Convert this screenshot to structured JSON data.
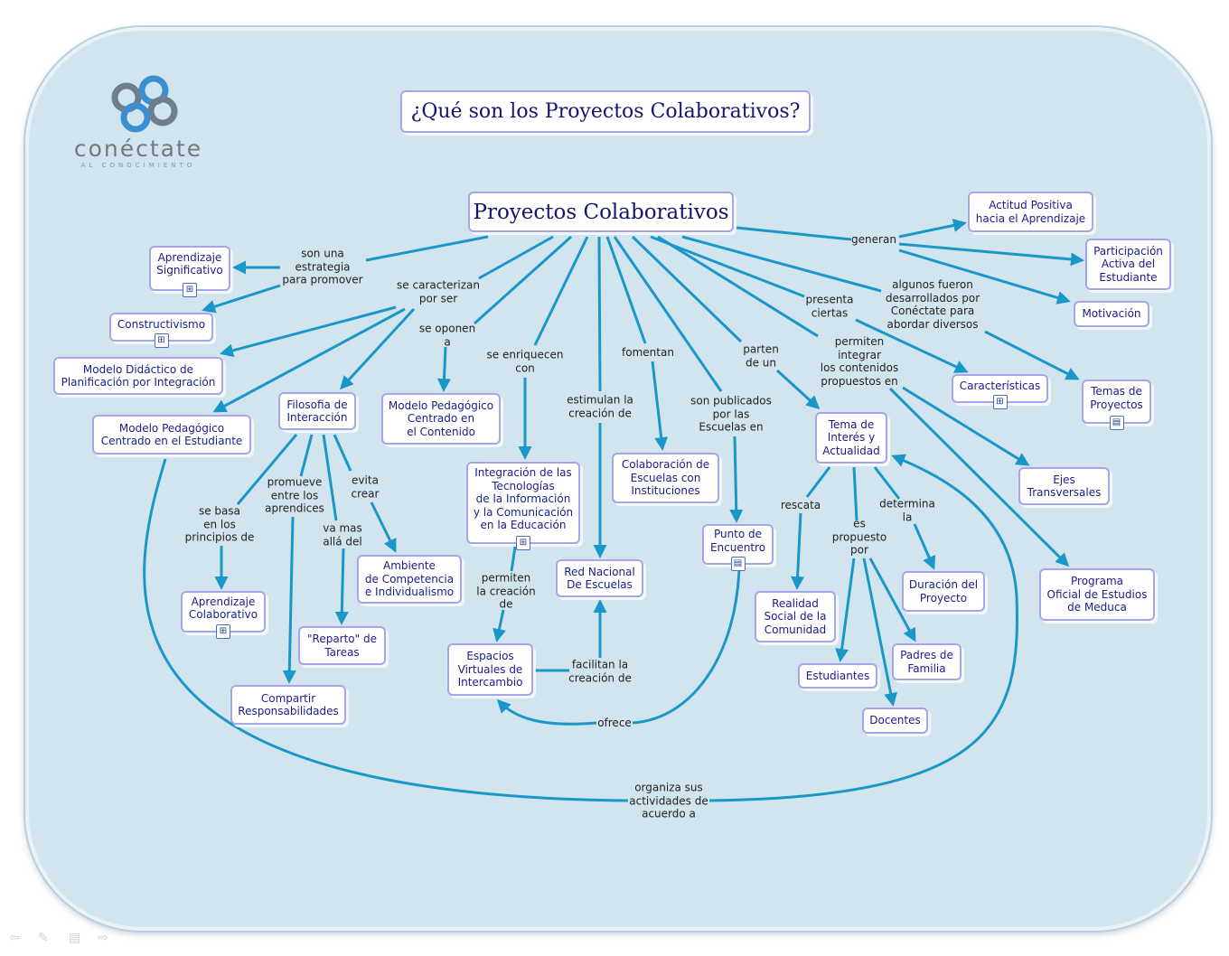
{
  "logo": {
    "name": "conéctate",
    "tagline": "AL CONOCIMIENTO"
  },
  "title": "¿Qué son los Proyectos Colaborativos?",
  "root": "Proyectos Colaborativos",
  "nodes": {
    "aprendizaje_significativo": "Aprendizaje\nSignificativo",
    "constructivismo": "Constructivismo",
    "modelo_didactico": "Modelo Didáctico de\nPlanificación por Integración",
    "modelo_estudiante": "Modelo Pedagógico\nCentrado en el Estudiante",
    "filosofia": "Filosofia de\nInteracción",
    "modelo_contenido": "Modelo Pedagógico\nCentrado en\nel Contenido",
    "integracion": "Integración de las\nTecnologías\nde la Información\ny la Comunicación\nen la Educación",
    "colaboracion": "Colaboración de\nEscuelas con\nInstituciones",
    "red_nacional": "Red Nacional\nDe Escuelas",
    "punto_encuentro": "Punto de\nEncuentro",
    "tema_interes": "Tema de\nInterés y\nActualidad",
    "actitud": "Actitud Positiva\nhacia el Aprendizaje",
    "participacion": "Participación\nActiva del\nEstudiante",
    "motivacion": "Motivación",
    "caracteristicas": "Características",
    "temas_proyectos": "Temas de\nProyectos",
    "ejes": "Ejes\nTransversales",
    "programa": "Programa\nOficial de Estudios\nde Meduca",
    "duracion": "Duración del\nProyecto",
    "padres": "Padres de\nFamilia",
    "docentes": "Docentes",
    "estudiantes": "Estudiantes",
    "realidad": "Realidad\nSocial de la\nComunidad",
    "aprendizaje_colaborativo": "Aprendizaje\nColaborativo",
    "ambiente": "Ambiente\nde Competencia\ne Individualismo",
    "reparto": "\"Reparto\" de\nTareas",
    "compartir": "Compartir\nResponsabilidades",
    "espacios": "Espacios\nVirtuales de\nIntercambio"
  },
  "links": {
    "son_una": "son una\nestrategia\npara promover",
    "se_caracterizan": "se caracterizan\npor ser",
    "se_oponen": "se oponen\na",
    "se_enriquecen": "se enriquecen\ncon",
    "estimulan": "estimulan la\ncreación de",
    "fomentan": "fomentan",
    "publicados": "son publicados\npor las\nEscuelas en",
    "parten": "parten\nde un",
    "presenta": "presenta\nciertas",
    "permiten_integrar": "permiten\nintegrar\nlos contenidos\npropuestos en",
    "algunos": "algunos fueron\ndesarrollados por\nConéctate para\nabordar diversos",
    "generan": "generan",
    "se_basa": "se basa\nen los\nprincipios de",
    "promueve": "promueve\nentre los\naprendices",
    "evita": "evita\ncrear",
    "va_mas": "va mas\nallá del",
    "permiten_creacion": "permiten\nla creación\nde",
    "facilitan": "facilitan la\ncreación de",
    "ofrece": "ofrece",
    "rescata": "rescata",
    "es_propuesto": "es\npropuesto\npor",
    "determina": "determina\nla",
    "organiza": "organiza sus\nactividades de\nacuerdo a"
  },
  "colors": {
    "panel": "#d2e5ef",
    "edge": "#1a97c9",
    "node_border": "#a7a4ec",
    "node_text": "#1c1c8a"
  }
}
